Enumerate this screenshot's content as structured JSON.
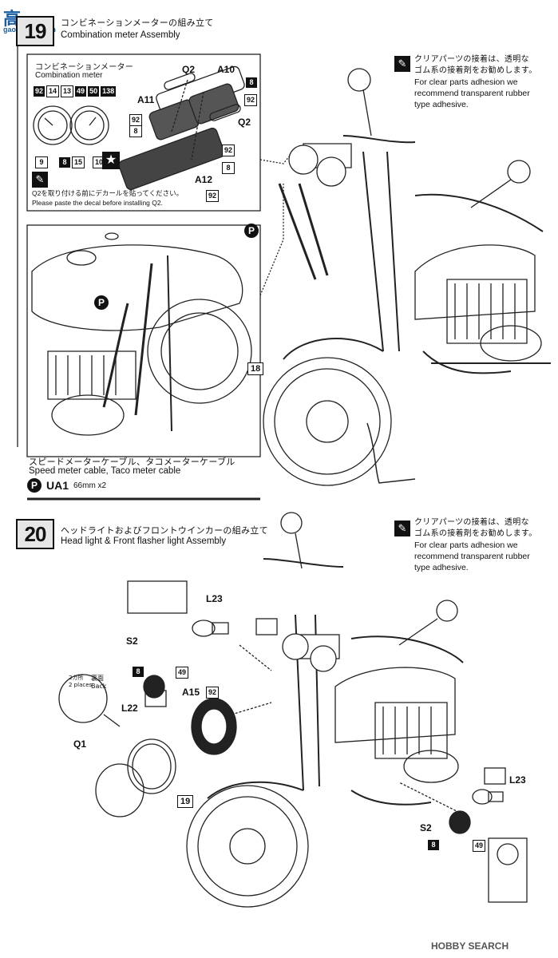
{
  "watermark": {
    "top": "高",
    "bottom": "gao.hobby.com"
  },
  "step19": {
    "number": "19",
    "title_jp": "コンビネーションメーターの組み立て",
    "title_en": "Combination meter Assembly",
    "inset": {
      "title_jp": "コンビネーションメーター",
      "title_en": "Combination meter",
      "top_tags": [
        "92",
        "14",
        "13",
        "49",
        "50",
        "138"
      ],
      "bottom_tags": [
        "9",
        "8",
        "15",
        "10"
      ],
      "parts": {
        "a10": "A10",
        "a11": "A11",
        "a12": "A12",
        "q2_left": "Q2",
        "q2_right": "Q2"
      },
      "tag_labels": {
        "t8": "8",
        "t92": "92"
      },
      "note_jp": "Q2を取り付ける前にデカールを貼ってください。",
      "note_en": "Please paste the decal before installing Q2."
    },
    "adhesive_note": {
      "jp_line1": "クリアパーツの接着は、透明な",
      "jp_line2": "ゴム系の接着剤をお勧めします。",
      "en_line1": "For clear parts adhesion we",
      "en_line2": "recommend transparent rubber",
      "en_line3": "type adhesive."
    },
    "p_label": "P",
    "ref_box": "18",
    "cable_caption_jp": "スピードメーターケーブル、タコメーターケーブル",
    "cable_caption_en": "Speed meter cable, Taco meter cable",
    "cable_part": "UA1",
    "cable_spec": "66mm x2"
  },
  "step20": {
    "number": "20",
    "title_jp": "ヘッドライトおよびフロントウインカーの組み立て",
    "title_en": "Head light & Front flasher light Assembly",
    "adhesive_note": {
      "jp_line1": "クリアパーツの接着は、透明な",
      "jp_line2": "ゴム系の接着剤をお勧めします。",
      "en_line1": "For clear parts adhesion we",
      "en_line2": "recommend transparent rubber",
      "en_line3": "type adhesive."
    },
    "parts": {
      "l23_top": "L23",
      "s2_top": "S2",
      "a15": "A15",
      "l22": "L22",
      "q1": "Q1",
      "l23_right": "L23",
      "s2_right": "S2"
    },
    "tags": {
      "t8": "8",
      "t49": "49",
      "t92": "92"
    },
    "back_note": {
      "count_jp": "2カ所",
      "count_en": "2 places",
      "back_jp": "裏面",
      "back_en": "Back"
    },
    "ref_box": "19"
  },
  "footer": {
    "logo": "HOBBY SEARCH"
  }
}
